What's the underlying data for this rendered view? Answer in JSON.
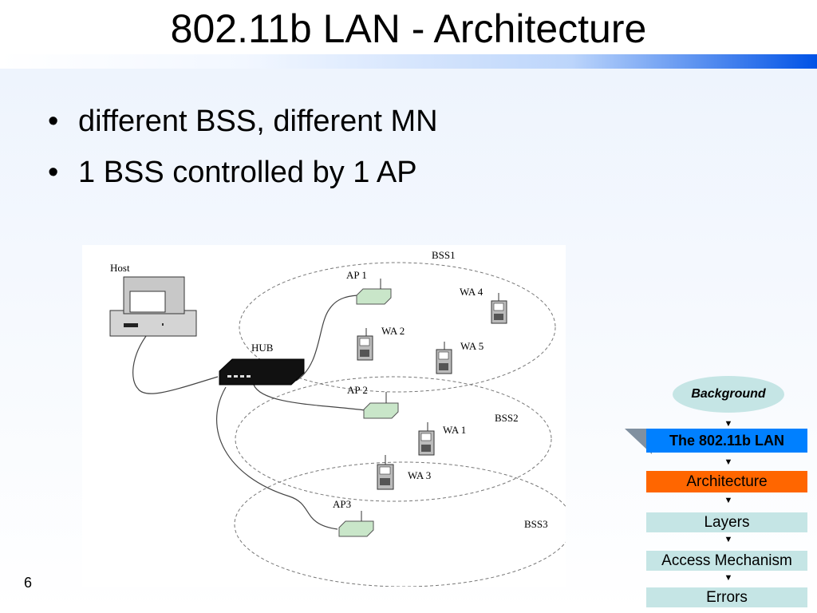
{
  "slide": {
    "title": "802.11b LAN - Architecture",
    "bullets": [
      "different BSS, different MN",
      "1 BSS controlled by 1 AP"
    ],
    "page_number": "6"
  },
  "diagram": {
    "labels": {
      "host": "Host",
      "hub": "HUB",
      "bss1": "BSS1",
      "bss2": "BSS2",
      "bss3": "BSS3",
      "ap1": "AP 1",
      "ap2": "AP 2",
      "ap3": "AP3",
      "wa1": "WA 1",
      "wa2": "WA 2",
      "wa3": "WA 3",
      "wa4": "WA 4",
      "wa5": "WA 5"
    }
  },
  "nav": {
    "background": "Background",
    "lan": "The 802.11b LAN",
    "architecture": "Architecture",
    "layers": "Layers",
    "access": "Access Mechanism",
    "errors": "Errors"
  },
  "colors": {
    "title_bar_end": "#0052e6",
    "nav_oval": "#c5e5e5",
    "nav_current_section": "#0080ff",
    "nav_current_topic": "#ff6600",
    "nav_item": "#c5e5e5",
    "nav_pointer": "#8090a0"
  }
}
